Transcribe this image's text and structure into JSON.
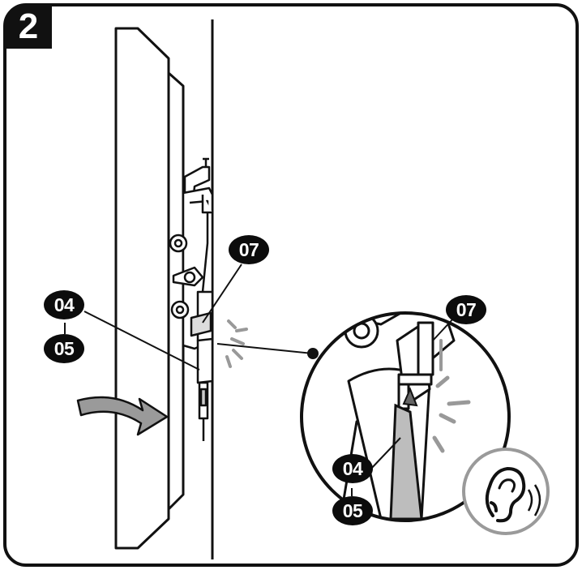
{
  "step": {
    "number": "2"
  },
  "labels": {
    "main_07": "07",
    "main_04": "04",
    "main_05": "05",
    "zoom_07": "07",
    "zoom_04": "04",
    "zoom_05": "05"
  },
  "icons": {
    "click_sound": "sound-burst-icon",
    "listen": "ear-icon",
    "motion": "curved-arrow-icon"
  },
  "colors": {
    "stroke": "#111111",
    "strap_fill": "#bdbdbd",
    "ear_circle": "#9a9a9a"
  }
}
